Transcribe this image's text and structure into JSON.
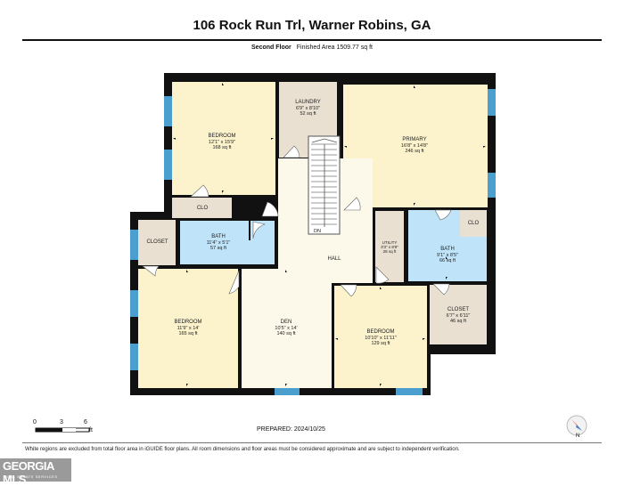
{
  "header": {
    "title": "106 Rock Run Trl, Warner Robins, GA",
    "floor": "Second Floor",
    "area": "Finished Area 1509.77 sq ft"
  },
  "rooms": {
    "bedroom_top": {
      "name": "BEDROOM",
      "dims": "12'1\" x 15'9\"",
      "area": "168 sq ft"
    },
    "laundry": {
      "name": "LAUNDRY",
      "dims": "6'9\" x 8'10\"",
      "area": "52 sq ft"
    },
    "primary": {
      "name": "PRIMARY",
      "dims": "16'8\" x 14'8\"",
      "area": "246 sq ft"
    },
    "clo_left": {
      "name": "CLO"
    },
    "closet_left": {
      "name": "CLOSET"
    },
    "bath_left": {
      "name": "BATH",
      "dims": "11'4\" x 5'1\"",
      "area": "57 sq ft"
    },
    "stairs": {
      "name": "DN"
    },
    "hall": {
      "name": "HALL"
    },
    "utility": {
      "name": "UTILITY",
      "dims": "3'3\" x 8'9\"",
      "area": "28 sq ft"
    },
    "bath_right": {
      "name": "BATH",
      "dims": "9'1\" x 8'5\"",
      "area": "66 sq ft"
    },
    "clo_right": {
      "name": "CLO"
    },
    "closet_right": {
      "name": "CLOSET",
      "dims": "6'7\" x 6'11\"",
      "area": "46 sq ft"
    },
    "bedroom_left": {
      "name": "BEDROOM",
      "dims": "11'9\" x 14'",
      "area": "165 sq ft"
    },
    "den": {
      "name": "DEN",
      "dims": "10'5\" x 14'",
      "area": "140 sq ft"
    },
    "bedroom_right": {
      "name": "BEDROOM",
      "dims": "10'10\" x 11'11\"",
      "area": "129 sq ft"
    }
  },
  "scale": {
    "zero": "0",
    "mid": "3",
    "max": "6",
    "unit": "ft"
  },
  "prepared": "PREPARED: 2024/10/25",
  "compass": "N",
  "disclaimer": "White regions are excluded from total floor area in iGUIDE floor plans. All room dimensions and floor areas must be considered approximate and are subject to independent verification.",
  "logo": {
    "brand": "GEORGIA MLS",
    "tagline": "REAL ESTATE SERVICES"
  },
  "colors": {
    "bedroom": "#fcf2cc",
    "bath": "#bfe3f8",
    "utility": "#e9e0d2",
    "wall": "#111111",
    "window": "#4a9fcf"
  }
}
